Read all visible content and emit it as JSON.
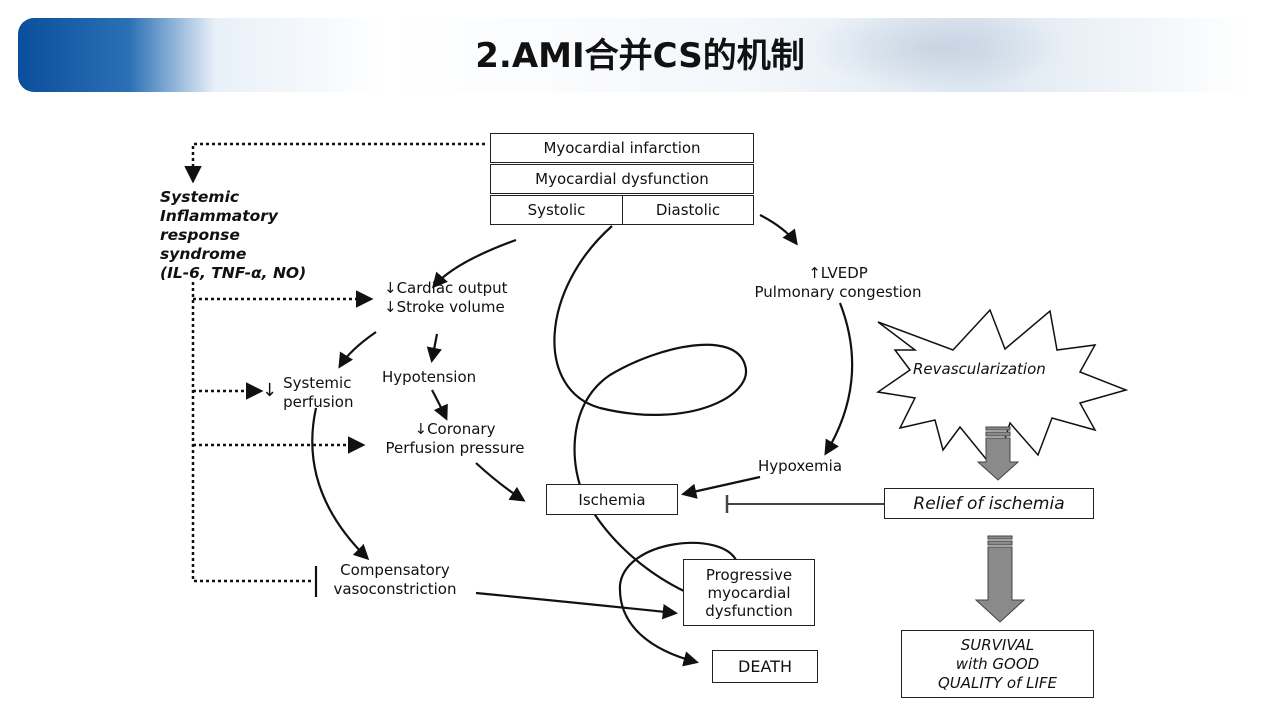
{
  "slide": {
    "title": "2.AMI合并CS的机制"
  },
  "nodes": {
    "myocardial_infarction": "Myocardial infarction",
    "myocardial_dysfunction": "Myocardial dysfunction",
    "systolic": "Systolic",
    "diastolic": "Diastolic",
    "sirs": [
      "Systemic",
      "Inflammatory",
      "response",
      "syndrome",
      "(IL-6, TNF-α, NO)"
    ],
    "cardiac_output": "↓Cardiac output",
    "stroke_volume": "↓Stroke volume",
    "lvedp": "↑LVEDP",
    "pulmonary_congestion": "Pulmonary congestion",
    "systemic_perfusion": [
      "Systemic",
      "perfusion"
    ],
    "hypotension": "Hypotension",
    "coronary": "↓Coronary",
    "perfusion_pressure": "Perfusion pressure",
    "revascularization": "Revascularization",
    "hypoxemia": "Hypoxemia",
    "ischemia": "Ischemia",
    "relief_of_ischemia": "Relief of ischemia",
    "compensatory": [
      "Compensatory",
      "vasoconstriction"
    ],
    "progressive": [
      "Progressive",
      "myocardial",
      "dysfunction"
    ],
    "death": "DEATH",
    "survival": [
      "SURVIVAL",
      "with GOOD",
      "QUALITY of LIFE"
    ]
  }
}
